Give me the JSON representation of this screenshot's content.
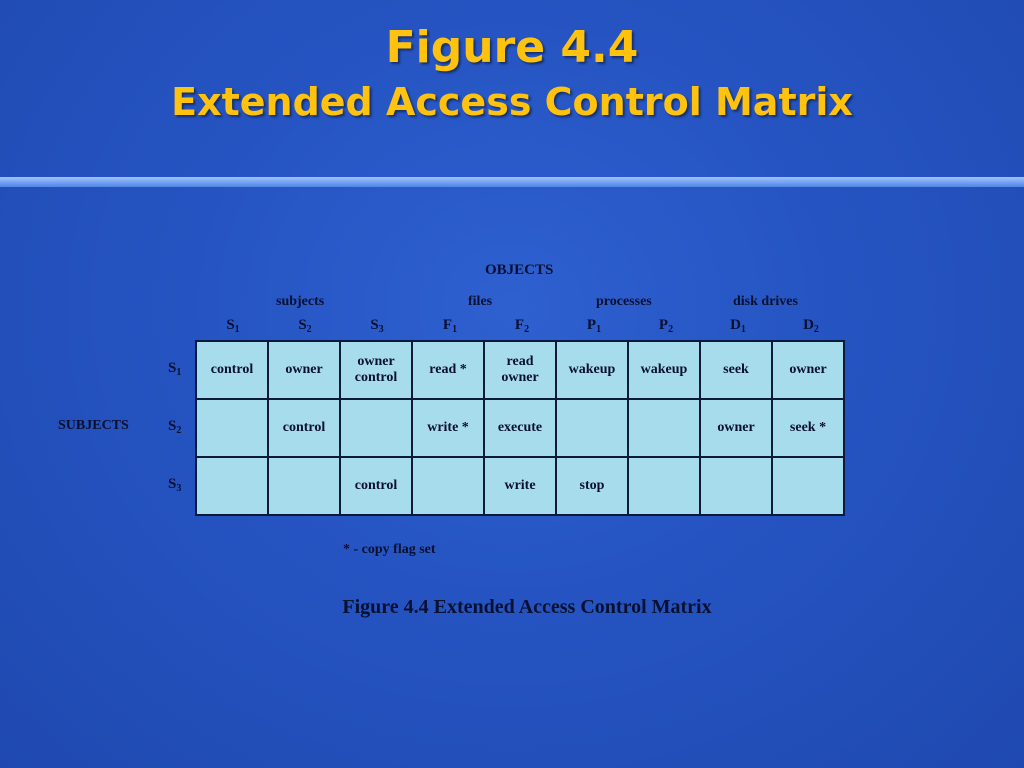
{
  "title": {
    "line1": "Figure 4.4",
    "line2": "Extended Access Control Matrix"
  },
  "diagram": {
    "objects_label": "OBJECTS",
    "subjects_side_label": "SUBJECTS",
    "groups": {
      "subjects": "subjects",
      "files": "files",
      "processes": "processes",
      "disk_drives": "disk drives"
    },
    "columns": [
      {
        "base": "S",
        "sub": "1"
      },
      {
        "base": "S",
        "sub": "2"
      },
      {
        "base": "S",
        "sub": "3"
      },
      {
        "base": "F",
        "sub": "1"
      },
      {
        "base": "F",
        "sub": "2"
      },
      {
        "base": "P",
        "sub": "1"
      },
      {
        "base": "P",
        "sub": "2"
      },
      {
        "base": "D",
        "sub": "1"
      },
      {
        "base": "D",
        "sub": "2"
      }
    ],
    "rows": [
      {
        "base": "S",
        "sub": "1"
      },
      {
        "base": "S",
        "sub": "2"
      },
      {
        "base": "S",
        "sub": "3"
      }
    ],
    "cells": [
      [
        "control",
        "owner",
        "owner\ncontrol",
        "read *",
        "read\nowner",
        "wakeup",
        "wakeup",
        "seek",
        "owner"
      ],
      [
        "",
        "control",
        "",
        "write *",
        "execute",
        "",
        "",
        "owner",
        "seek *"
      ],
      [
        "",
        "",
        "control",
        "",
        "write",
        "stop",
        "",
        "",
        ""
      ]
    ],
    "legend": "* - copy flag set",
    "caption": "Figure 4.4  Extended Access Control Matrix"
  }
}
